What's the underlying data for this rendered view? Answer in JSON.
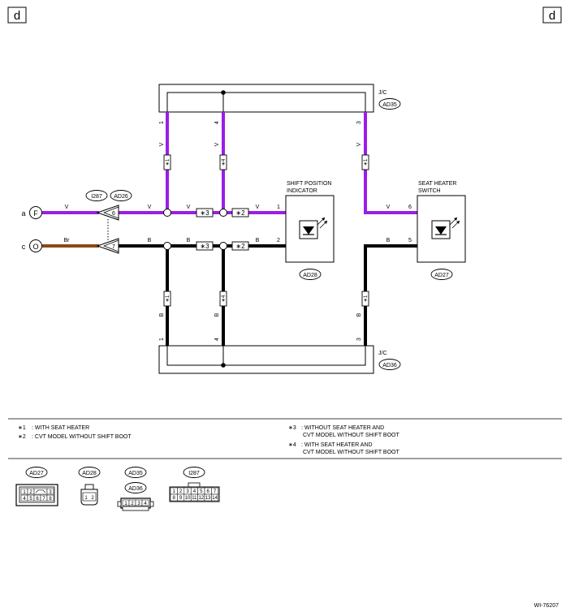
{
  "corner_labels": {
    "left": "d",
    "right": "d"
  },
  "colors": {
    "violet": "#9a1ee6",
    "brown": "#8a4a14",
    "black": "#000000"
  },
  "jc_top": {
    "name": "J/C",
    "code": "AD35",
    "pins": [
      "1",
      "4",
      "3"
    ]
  },
  "jc_bottom": {
    "name": "J/C",
    "code": "AD36",
    "pins": [
      "1",
      "4",
      "3"
    ]
  },
  "wire_colors": {
    "violet": "V",
    "brown": "Br",
    "black": "B"
  },
  "connectors": {
    "i287": "I287",
    "ad26": "AD26",
    "pin_top": "6",
    "pin_bottom": "7"
  },
  "terminals": {
    "a": "a",
    "F": "F",
    "c": "c",
    "O": "O"
  },
  "splices": {
    "s1": "∗1",
    "s2": "∗2",
    "s3": "∗3",
    "s4": "∗4"
  },
  "shift_indicator": {
    "line1": "SHIFT POSITION",
    "line2": "INDICATOR",
    "code": "AD28",
    "pin_v": "1",
    "pin_b": "2"
  },
  "seat_heater_switch": {
    "line1": "SEAT HEATER",
    "line2": "SWITCH",
    "code": "AD27",
    "pin_v": "6",
    "pin_b": "5"
  },
  "notes": {
    "n1_mark": "∗1",
    "n1": ": WITH SEAT HEATER",
    "n2_mark": "∗2",
    "n2": ": CVT MODEL WITHOUT SHIFT BOOT",
    "n3_mark": "∗3",
    "n3a": ": WITHOUT SEAT HEATER AND",
    "n3b": "CVT MODEL WITHOUT SHIFT BOOT",
    "n4_mark": "∗4",
    "n4a": ": WITH SEAT HEATER AND",
    "n4b": "CVT MODEL WITHOUT SHIFT BOOT"
  },
  "legend": {
    "ad27": "AD27",
    "ad28": "AD28",
    "ad35": "AD35",
    "ad36": "AD36",
    "i287": "I287",
    "ad27_pins": [
      "1",
      "2",
      "3",
      "4",
      "5",
      "6",
      "7",
      "8"
    ],
    "ad28_pins": [
      "1",
      "2"
    ],
    "ad35_pins": [
      "1",
      "2",
      "3",
      "4"
    ],
    "i287_pins": [
      "1",
      "2",
      "3",
      "4",
      "5",
      "6",
      "7",
      "8",
      "9",
      "10",
      "11",
      "12",
      "13",
      "14"
    ]
  },
  "figure_code": "WI-76207"
}
